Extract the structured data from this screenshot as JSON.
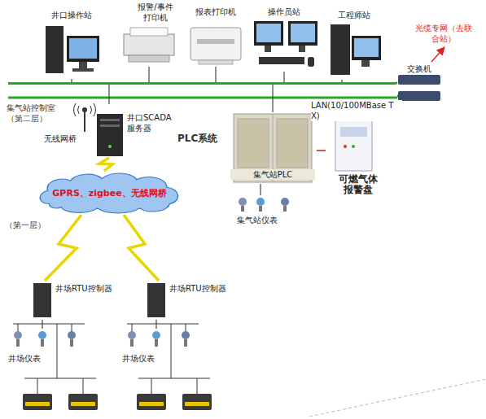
{
  "diagram": {
    "nodes": [
      {
        "text": [
          "井口操作站"
        ]
      },
      {
        "text": [
          "报警/事件打印机"
        ]
      },
      {
        "text": [
          "报表打印机"
        ]
      },
      {
        "text": [
          "操作员站"
        ]
      },
      {
        "text": [
          "工程师站"
        ]
      },
      {
        "text": [
          "交换机"
        ]
      },
      {
        "text": [
          "光缆专网（去联合站）"
        ]
      },
      {
        "text": [
          "LAN(10/100MBase TX)"
        ]
      },
      {
        "text": [
          "无线网桥"
        ]
      },
      {
        "text": [
          "井口SCADA服务器"
        ]
      },
      {
        "text": [
          "GPRS、zigbee、无线网桥"
        ]
      },
      {
        "text": [
          "集气站PLC"
        ]
      },
      {
        "text": [
          "集气站仪表"
        ]
      },
      {
        "text": [
          "可燃气体报警盘"
        ]
      },
      {
        "text": [
          "井场RTU控制器"
        ]
      },
      {
        "text": [
          "井场仪表"
        ]
      },
      {
        "text": [
          "井场RTU控制器"
        ]
      },
      {
        "text": [
          "井场仪表"
        ]
      }
    ],
    "edges": [
      {
        "from": 0,
        "to": 7,
        "arrow": "none"
      },
      {
        "from": 1,
        "to": 7,
        "arrow": "none"
      },
      {
        "from": 2,
        "to": 7,
        "arrow": "none"
      },
      {
        "from": 3,
        "to": 7,
        "arrow": "none"
      },
      {
        "from": 4,
        "to": 7,
        "arrow": "none"
      },
      {
        "from": 5,
        "to": 7,
        "arrow": "none"
      },
      {
        "from": 5,
        "to": 6,
        "arrow": "to"
      },
      {
        "from": 9,
        "to": 7,
        "arrow": "none"
      },
      {
        "from": 11,
        "to": 7,
        "arrow": "none"
      },
      {
        "from": 9,
        "to": 10,
        "arrow": "none"
      },
      {
        "from": 10,
        "to": 14,
        "arrow": "none"
      },
      {
        "from": 10,
        "to": 16,
        "arrow": "none"
      },
      {
        "from": 14,
        "to": 15,
        "arrow": "none"
      },
      {
        "from": 16,
        "to": 17,
        "arrow": "none"
      },
      {
        "from": 11,
        "to": 12,
        "arrow": "none"
      },
      {
        "from": 11,
        "to": 13,
        "arrow": "none"
      }
    ],
    "labels": [
      "集气站控制室（第二层）",
      "PLC系统",
      "（第一层）"
    ]
  }
}
